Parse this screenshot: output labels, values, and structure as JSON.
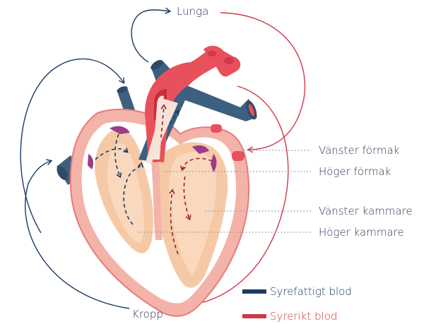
{
  "labels": {
    "lunga": "Lunga",
    "kropp": "Kropp",
    "vanster_formak": "Vänster förmak",
    "hoger_formak": "Höger förmak",
    "vanster_kammare": "Vänster kammare",
    "hoger_kammare": "Höger kammare"
  },
  "legend": [
    {
      "label": "Syrefattigt blod",
      "color": "#1b3a64"
    },
    {
      "label": "Syrerikt blod",
      "color": "#d2384a"
    }
  ],
  "colors": {
    "deoxygenated": "#1b3a64",
    "oxygenated": "#d2384a",
    "vessel_blue": "#3d5f80",
    "vessel_red": "#e8505b",
    "heart_wall": "#f3b3a8",
    "heart_inner": "#f6c9a6",
    "pointer_line": "#9aa2ad"
  }
}
